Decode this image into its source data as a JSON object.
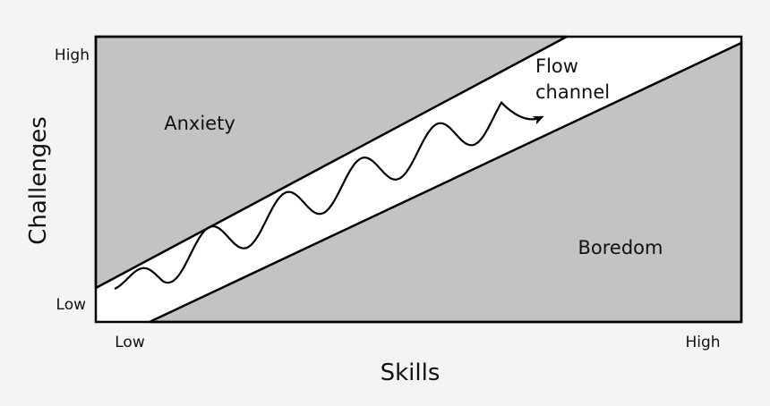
{
  "diagram": {
    "regions": {
      "anxiety": "Anxiety",
      "boredom": "Boredom",
      "flow_line1": "Flow",
      "flow_line2": "channel"
    },
    "axes": {
      "x_title": "Skills",
      "y_title": "Challenges",
      "x_low": "Low",
      "x_high": "High",
      "y_low": "Low",
      "y_high": "High"
    },
    "colors": {
      "background": "#f4f4f4",
      "region_fill": "#c3c3c3",
      "channel_fill": "#ffffff",
      "stroke": "#000000"
    }
  }
}
